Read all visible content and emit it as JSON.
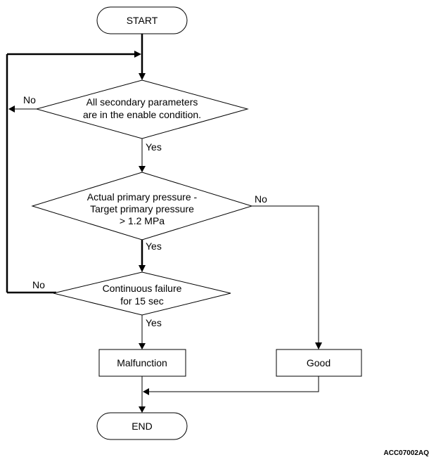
{
  "nodes": {
    "start": "START",
    "decision1": [
      "All secondary parameters",
      "are in the enable condition."
    ],
    "decision2": [
      "Actual primary pressure -",
      "Target primary pressure",
      "> 1.2 MPa"
    ],
    "decision3": [
      "Continuous failure",
      "for 15 sec"
    ],
    "malfunction": "Malfunction",
    "good": "Good",
    "end": "END"
  },
  "edges": {
    "d1_no": "No",
    "d1_yes": "Yes",
    "d2_no": "No",
    "d2_yes": "Yes",
    "d3_no": "No",
    "d3_yes": "Yes"
  },
  "figure_code": "ACC07002AQ"
}
